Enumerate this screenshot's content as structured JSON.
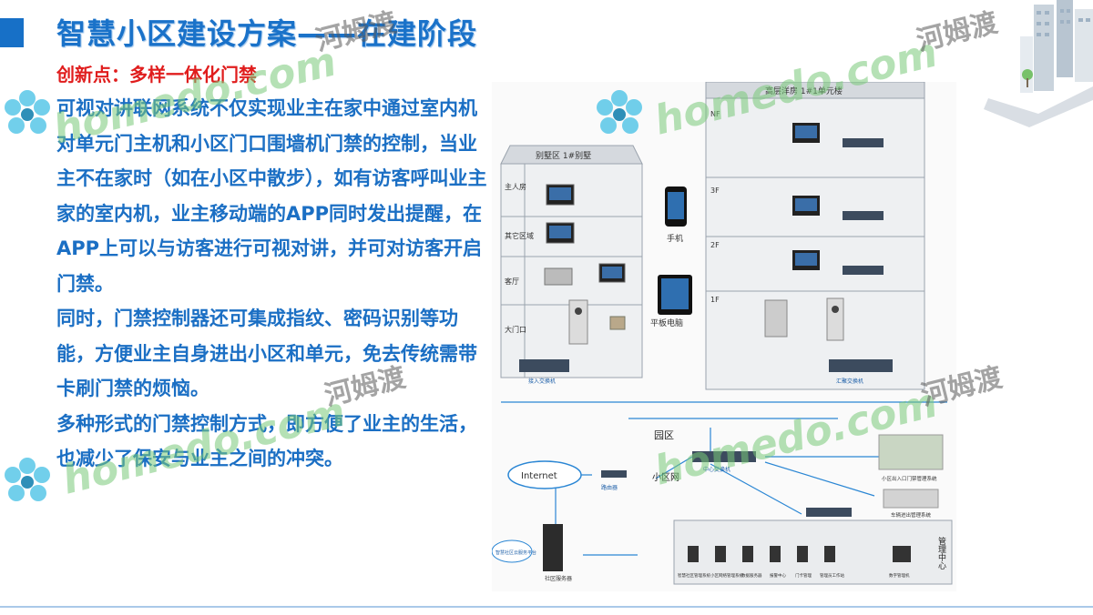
{
  "header": {
    "title": "智慧小区建设方案——在建阶段",
    "subtitle": "创新点：多样一体化门禁"
  },
  "content": {
    "paragraphs": [
      "可视对讲联网系统不仅实现业主在家中通过室内机对单元门主机和小区门口围墙机门禁的控制，当业主不在家时（如在小区中散步），如有访客呼叫业主家的室内机，业主移动端的APP同时发出提醒，在APP上可以与访客进行可视对讲，并可对访客开启门禁。",
      "同时，门禁控制器还可集成指纹、密码识别等功能，方便业主自身进出小区和单元，免去传统需带卡刷门禁的烦恼。",
      "多种形式的门禁控制方式，即方便了业主的生活，也减少了保安与业主之间的冲突。"
    ]
  },
  "diagram": {
    "villa_title": "别墅区 1#别墅",
    "highrise_title": "高层洋房 1#1单元楼",
    "villa_rooms": [
      "主人房",
      "其它区域",
      "客厅",
      "大门口"
    ],
    "floors": [
      "NF",
      "3F",
      "2F",
      "1F"
    ],
    "phone_label": "手机",
    "tablet_label": "平板电脑",
    "park_label": "园区",
    "lan_label": "小区网",
    "internet_label": "Internet",
    "router_label": "路由器",
    "server_label": "社区服务器",
    "cloud_label": "智慧社区云服务平台",
    "mgmt_label": "管理中心",
    "core_switch": "中心交换机",
    "access_switch": "接入交换机",
    "agg_switch": "汇聚交换机",
    "gate_system": "小区出入口门禁管理系统",
    "parking_system": "车辆进出管理系统",
    "mgmt_devices": [
      "智慧社区管理系统",
      "小区网络管理系统",
      "数据服务器",
      "报警中心",
      "门卡管理",
      "管理员工作站",
      "数字管理机"
    ]
  },
  "watermarks": {
    "brand_latin": "homedo.com",
    "brand_cn": "河姆渡"
  }
}
